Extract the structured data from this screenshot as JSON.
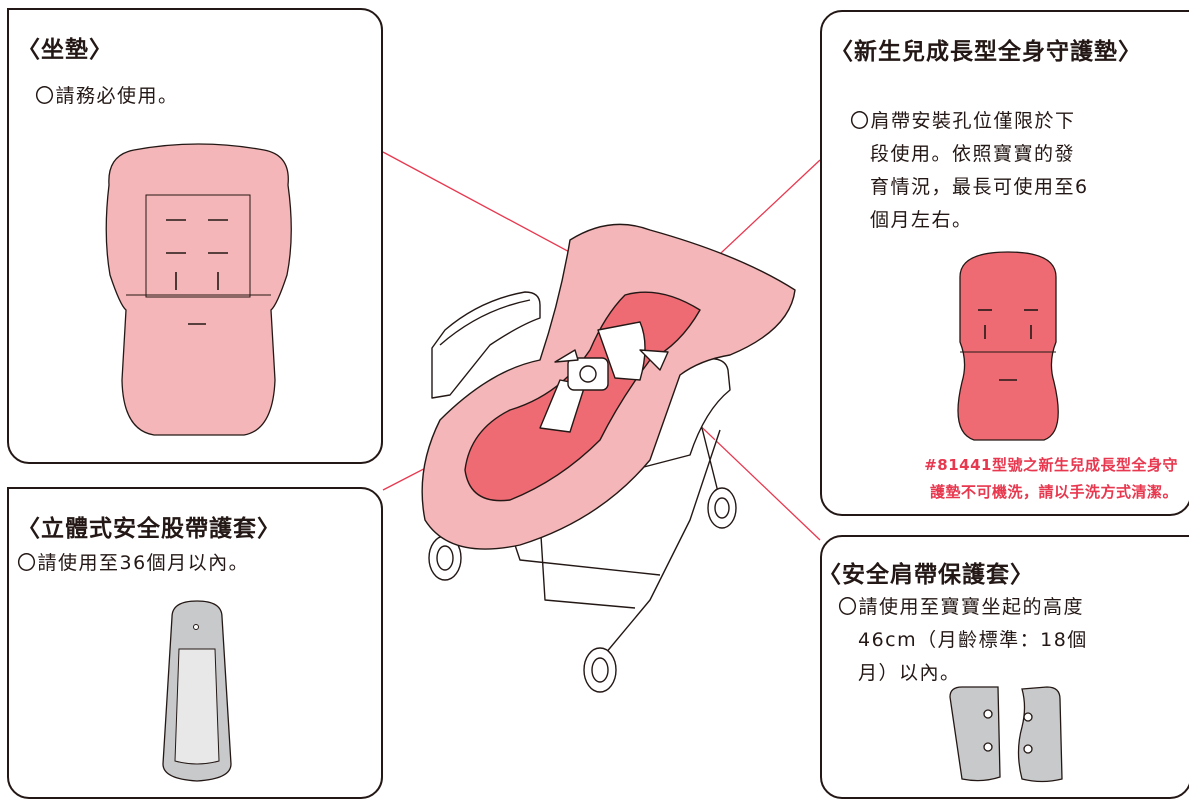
{
  "colors": {
    "seat_pink": "#f4b6b8",
    "deep_pink": "#ef6b74",
    "leader_red": "#e8384f",
    "gray": "#c8c9ca",
    "note_red": "#e8384f"
  },
  "seat": {
    "title": "〈坐墊〉",
    "text": "〇請務必使用。"
  },
  "newborn": {
    "title": "〈新生兒成長型全身守護墊〉",
    "lines": [
      "〇肩帶安裝孔位僅限於下",
      "段使用。依照寶寶的發",
      "育情況，最長可使用至6",
      "個月左右。"
    ],
    "note_lines": [
      "#81441型號之新生兒成長型全身守",
      "護墊不可機洗，請以手洗方式清潔。"
    ]
  },
  "crotch": {
    "title": "〈立體式安全股帶護套〉",
    "text": "〇請使用至36個月以內。"
  },
  "shoulder": {
    "title": "〈安全肩帶保護套〉",
    "lines": [
      "〇請使用至寶寶坐起的高度",
      "46cm（月齡標準：18個",
      "月）以內。"
    ]
  }
}
